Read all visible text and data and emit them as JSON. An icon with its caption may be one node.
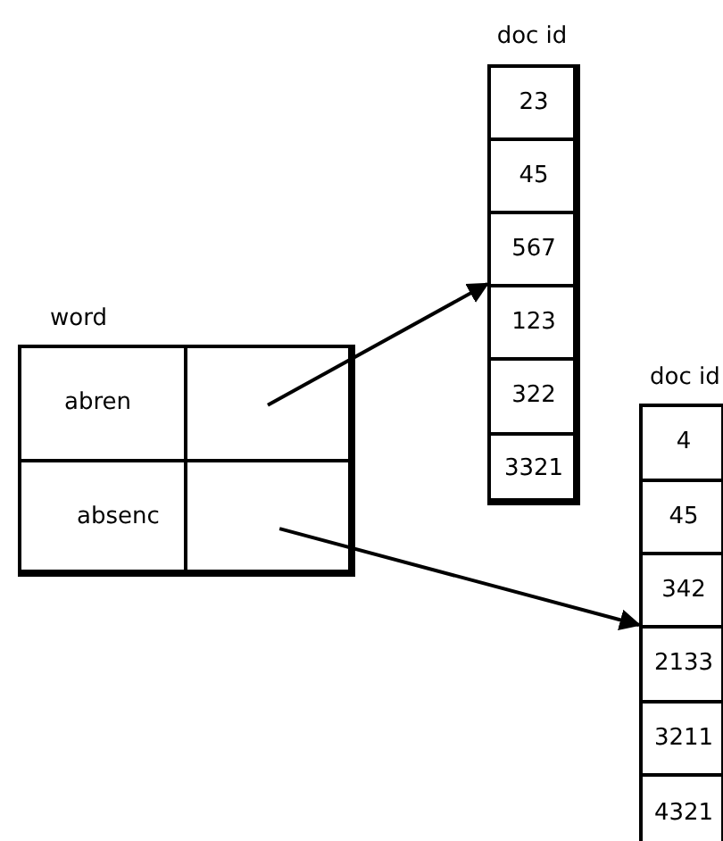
{
  "diagram": {
    "nodes": [
      {
        "text": [
          "word"
        ]
      },
      {
        "text": [
          "abren"
        ],
        "in": 0
      },
      {
        "text": [],
        "shape": "box",
        "in": 0
      },
      {
        "text": [
          "absenc"
        ],
        "in": 0
      },
      {
        "text": [],
        "shape": "box",
        "in": 0
      },
      {
        "text": [
          "doc id"
        ]
      },
      {
        "text": [
          "23"
        ],
        "in": 5
      },
      {
        "text": [
          "45"
        ],
        "in": 5
      },
      {
        "text": [
          "567"
        ],
        "in": 5
      },
      {
        "text": [
          "123"
        ],
        "in": 5
      },
      {
        "text": [
          "322"
        ],
        "in": 5
      },
      {
        "text": [
          "3321"
        ],
        "in": 5
      },
      {
        "text": [
          "doc id"
        ]
      },
      {
        "text": [
          "4"
        ],
        "in": 12
      },
      {
        "text": [
          "45"
        ],
        "in": 12
      },
      {
        "text": [
          "342"
        ],
        "in": 12
      },
      {
        "text": [
          "2133"
        ],
        "in": 12
      },
      {
        "text": [
          "3211"
        ],
        "in": 12
      },
      {
        "text": [
          "4321"
        ],
        "in": 12
      }
    ],
    "edges": [
      {
        "from": 2,
        "to": 5,
        "arrow": "to"
      },
      {
        "from": 4,
        "to": 12,
        "arrow": "to"
      }
    ]
  }
}
